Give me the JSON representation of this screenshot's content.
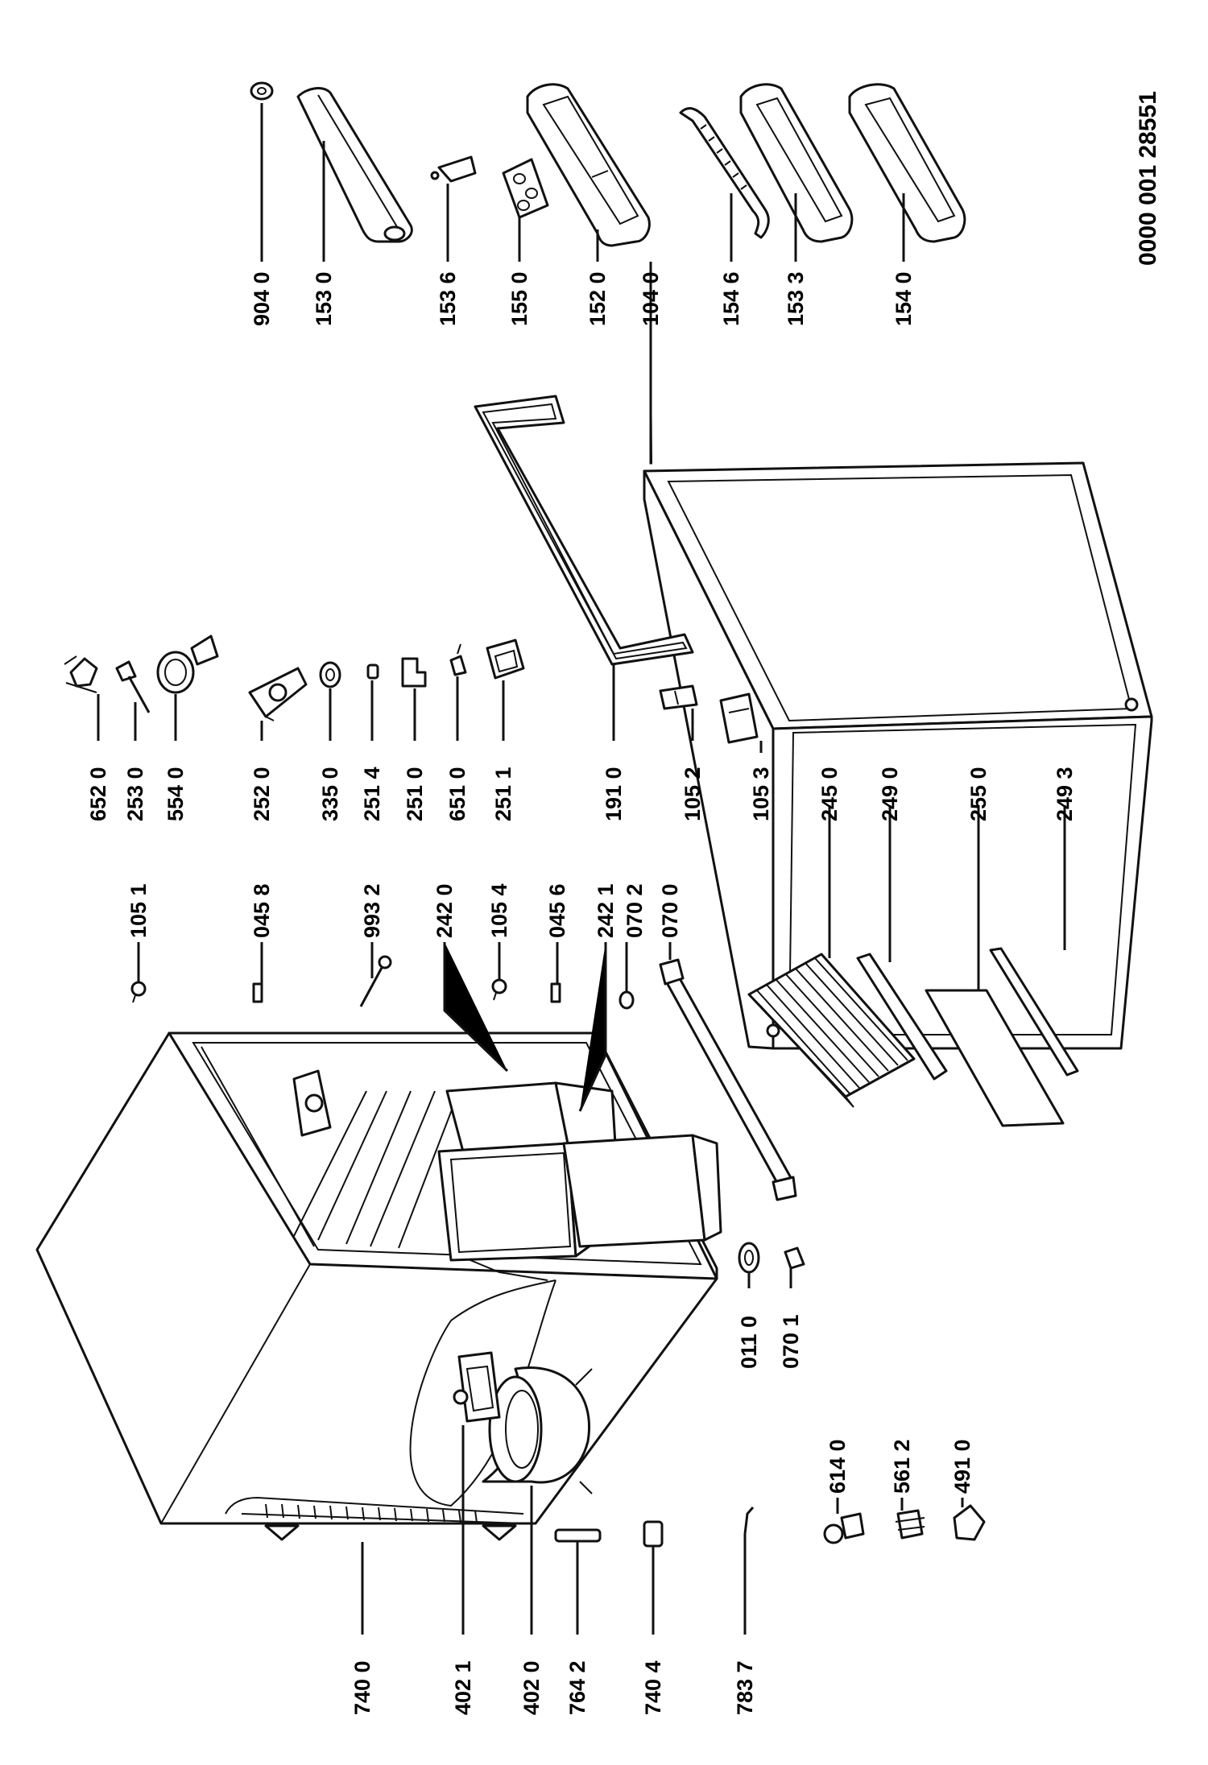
{
  "document_code": "0000 001 28551",
  "parts": {
    "p9040": "904 0",
    "p1530": "153 0",
    "p1536": "153 6",
    "p1550": "155 0",
    "p1520": "152 0",
    "p1040": "104 0",
    "p1546": "154 6",
    "p1533": "153 3",
    "p1540": "154 0",
    "p6520": "652 0",
    "p2530": "253 0",
    "p5540": "554 0",
    "p2520": "252 0",
    "p3350": "335 0",
    "p2514": "251 4",
    "p2510": "251 0",
    "p6510": "651 0",
    "p2511": "251 1",
    "p1910": "191 0",
    "p1052": "105 2",
    "p1053": "105 3",
    "p2450": "245 0",
    "p2490": "249 0",
    "p2550": "255 0",
    "p2493": "249 3",
    "p1051": "105 1",
    "p0458": "045 8",
    "p9932": "993 2",
    "p2420": "242 0",
    "p1054": "105 4",
    "p0456": "045 6",
    "p2421": "242 1",
    "p0702": "070 2",
    "p0700": "070 0",
    "p0110": "011 0",
    "p0701": "070 1",
    "p6140": "614 0",
    "p5612": "561 2",
    "p4910": "491 0",
    "p7400": "740 0",
    "p4021": "402 1",
    "p4020": "402 0",
    "p7642": "764 2",
    "p7404": "740 4",
    "p7837": "783 7"
  }
}
